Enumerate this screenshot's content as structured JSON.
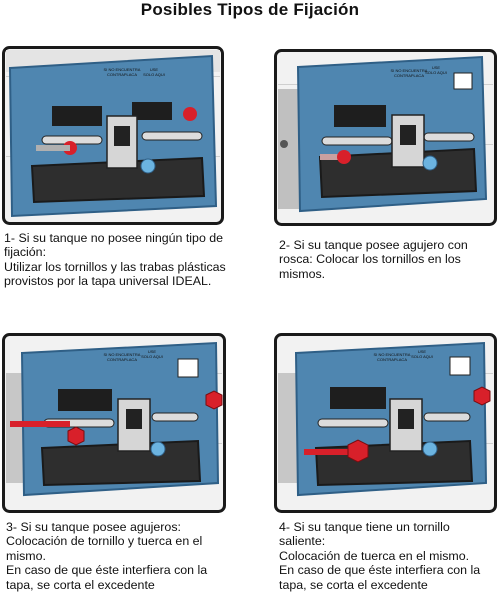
{
  "title": "Posibles Tipos de Fijación",
  "plate_label_lines": [
    "SI NO ENCUENTRA",
    "CONTRAPLACA",
    "USE",
    "SOLO AQUI"
  ],
  "panels": [
    {
      "caption": [
        "1- Si su tanque no posee ningún tipo de",
        "fijación:",
        "Utilizar los tornillos y las trabas plásticas",
        "provistos por la tapa universal IDEAL."
      ]
    },
    {
      "caption": [
        "2- Si su tanque posee agujero con",
        "rosca: Colocar los tornillos en los",
        "mismos."
      ]
    },
    {
      "caption": [
        "3- Si su tanque posee agujeros:",
        "Colocación de tornillo y tuerca en el",
        "mismo.",
        "En caso de que éste interfiera con la",
        "tapa, se corta el excedente"
      ]
    },
    {
      "caption": [
        "4- Si su tanque tiene un tornillo",
        "saliente:",
        "Colocación de tuerca en el mismo.",
        "En caso de que éste interfiera con la",
        "tapa, se corta el excedente"
      ]
    }
  ],
  "colors": {
    "plate": "#4f86b0",
    "plate_dark": "#2f5f86",
    "frame": "#1a1a1a",
    "bolt": "#d8202a",
    "knob": "#6bb3e0",
    "wall": "#f2f2f2"
  }
}
